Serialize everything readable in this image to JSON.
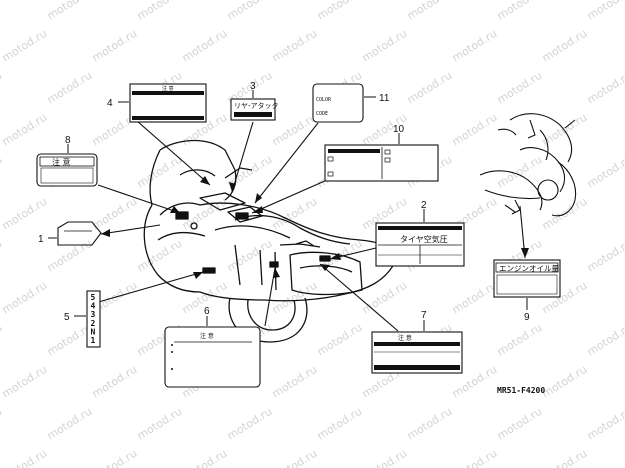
{
  "watermark": {
    "text": "motod.ru"
  },
  "callouts": {
    "n1": "1",
    "n2": "2",
    "n3": "3",
    "n4": "4",
    "n5": "5",
    "n6": "6",
    "n7": "7",
    "n8": "8",
    "n9": "9",
    "n10": "10",
    "n11": "11"
  },
  "labels": {
    "caution4": "注 意",
    "reverse3": "リヤ-アタック",
    "colorbox11": {
      "line1": "COLOR",
      "line2": "CODE"
    },
    "caution8": "注 意",
    "tire2": "タイヤ空気圧",
    "gear5": [
      "5",
      "4",
      "3",
      "2",
      "N",
      "1"
    ],
    "caution6": "注 意",
    "caution7": "注 意",
    "engine_oil9": "エンジンオイル量"
  },
  "colors": {
    "line": "#111111",
    "watermark": "#d4d4d4"
  },
  "part_code": "MR51-F4200"
}
